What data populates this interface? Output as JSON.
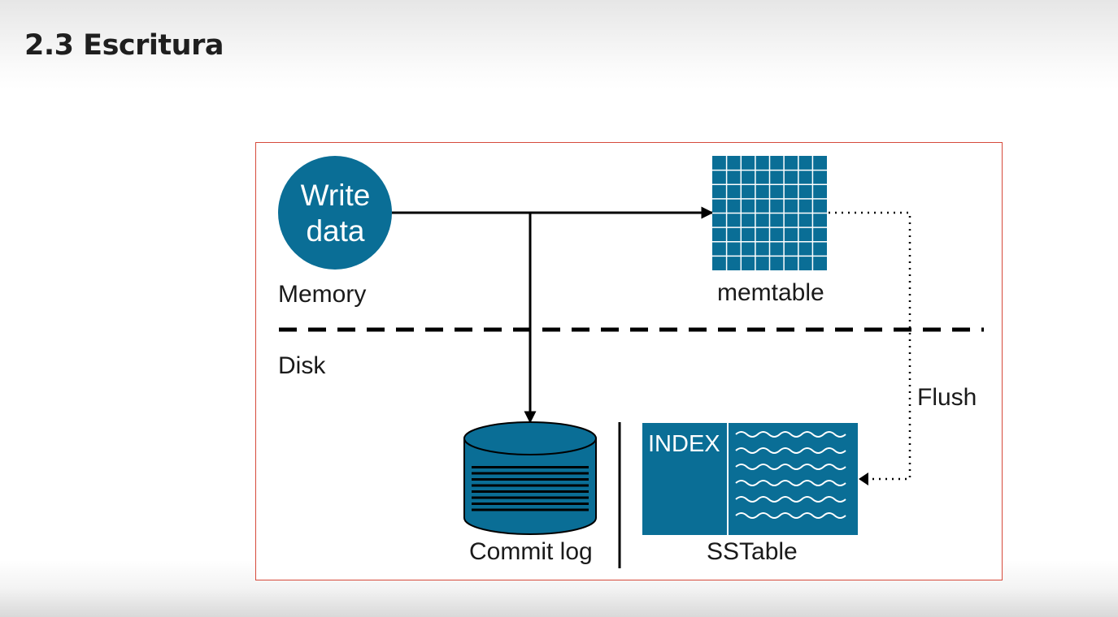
{
  "page": {
    "title": "2.3 Escritura"
  },
  "diagram": {
    "write_data": {
      "line1": "Write",
      "line2": "data"
    },
    "memory_label": "Memory",
    "disk_label": "Disk",
    "memtable_label": "memtable",
    "flush_label": "Flush",
    "commit_log_label": "Commit log",
    "sstable_label": "SSTable",
    "index_label": "INDEX"
  },
  "colors": {
    "accent": "#0a6e96",
    "border": "#d64a3b",
    "line": "#000000"
  }
}
